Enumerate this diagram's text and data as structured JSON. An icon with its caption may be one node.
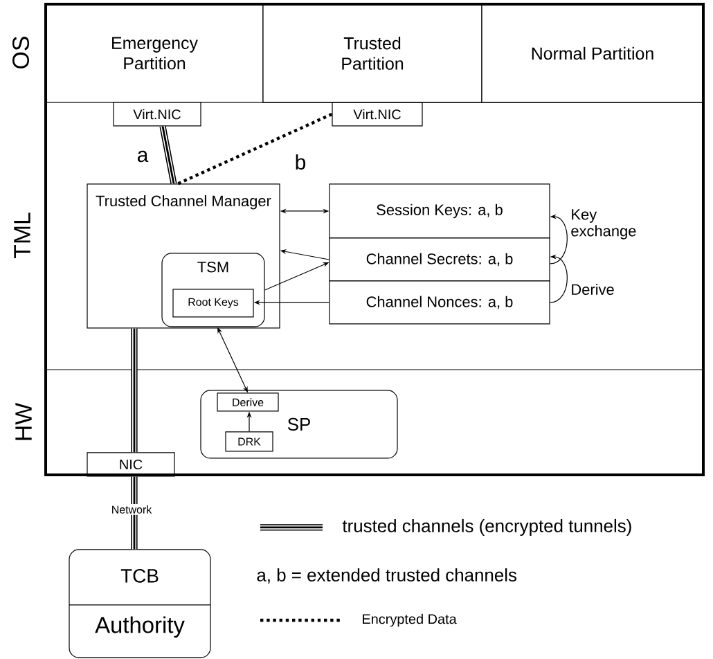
{
  "diagram": {
    "nodes": [
      {
        "text": [
          "Emergency Partition"
        ]
      },
      {
        "text": [
          "Trusted Partition"
        ]
      },
      {
        "text": [
          "Normal Partition"
        ]
      },
      {
        "text": [
          "Virt.NIC"
        ]
      },
      {
        "text": [
          "Virt.NIC"
        ]
      },
      {
        "text": [
          "Trusted Channel Manager"
        ]
      },
      {
        "text": [
          "TSM"
        ],
        "in": 5
      },
      {
        "text": [
          "Root Keys"
        ],
        "in": 6
      },
      {
        "text": [
          "Session Keys: a, b"
        ]
      },
      {
        "text": [
          "Channel Secrets: a, b"
        ]
      },
      {
        "text": [
          "Channel Nonces: a, b"
        ]
      },
      {
        "text": [
          "SP"
        ]
      },
      {
        "text": [
          "Derive"
        ],
        "in": 11
      },
      {
        "text": [
          "DRK"
        ],
        "in": 11
      },
      {
        "text": [
          "NIC"
        ]
      },
      {
        "text": [
          "TCB",
          "Authority"
        ]
      }
    ],
    "edges": [
      {
        "from": 3,
        "to": 5,
        "arrow": "none",
        "label": "a",
        "style": "thick"
      },
      {
        "from": 4,
        "to": 5,
        "arrow": "none",
        "label": "b",
        "style": "dashed"
      },
      {
        "from": 5,
        "to": 14,
        "arrow": "none",
        "style": "thick"
      },
      {
        "from": 14,
        "to": 15,
        "arrow": "none",
        "label": "Network",
        "style": "thick"
      },
      {
        "from": 5,
        "to": 8,
        "arrow": "both"
      },
      {
        "from": 9,
        "to": 5,
        "arrow": "to"
      },
      {
        "from": 6,
        "to": 9,
        "arrow": "to"
      },
      {
        "from": 10,
        "to": 7,
        "arrow": "to"
      },
      {
        "from": 6,
        "to": 12,
        "arrow": "both"
      },
      {
        "from": 13,
        "to": 12,
        "arrow": "to"
      },
      {
        "from": 9,
        "to": 8,
        "arrow": "to",
        "label": "Key exchange"
      },
      {
        "from": 10,
        "to": 9,
        "arrow": "to",
        "label": "Derive"
      }
    ],
    "labels": [
      "OS",
      "TML",
      "HW",
      "a, b = extended trusted channels"
    ],
    "legend": [
      {
        "text": "trusted channels (encrypted tunnels)"
      },
      {
        "text": "Encrypted Data"
      }
    ]
  }
}
